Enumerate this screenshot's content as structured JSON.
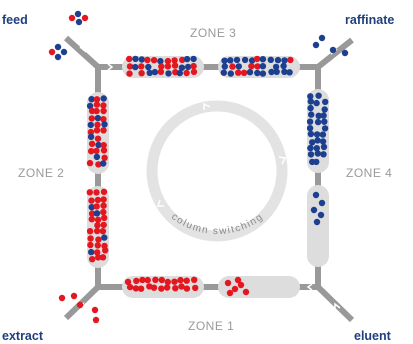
{
  "ports": {
    "feed": "feed",
    "raffinate": "raffinate",
    "extract": "extract",
    "eluent": "eluent"
  },
  "zones": {
    "zone1": "ZONE 1",
    "zone2": "ZONE 2",
    "zone3": "ZONE 3",
    "zone4": "ZONE 4"
  },
  "center_text": "column switching",
  "colors": {
    "pipe": "#999999",
    "column": "#dddddd",
    "red_particle": "#e4161f",
    "blue_particle": "#1c3f8f",
    "label": "#1f3f7f",
    "zone_text": "#9a9a9a",
    "ring": "#e3e3e3"
  }
}
